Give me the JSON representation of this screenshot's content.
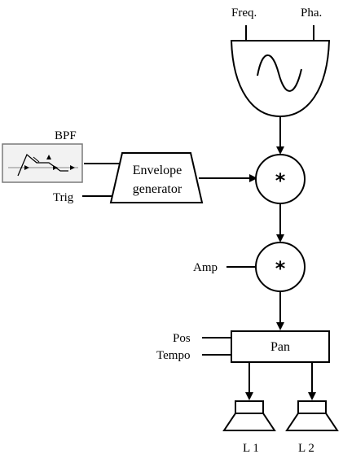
{
  "inputs": {
    "freq": "Freq.",
    "pha": "Pha.",
    "bpf": "BPF",
    "trig": "Trig",
    "amp": "Amp",
    "pos": "Pos",
    "tempo": "Tempo"
  },
  "blocks": {
    "envelope_line1": "Envelope",
    "envelope_line2": "generator",
    "multiply_symbol": "*",
    "pan": "Pan"
  },
  "outputs": {
    "l1": "L 1",
    "l2": "L 2"
  }
}
